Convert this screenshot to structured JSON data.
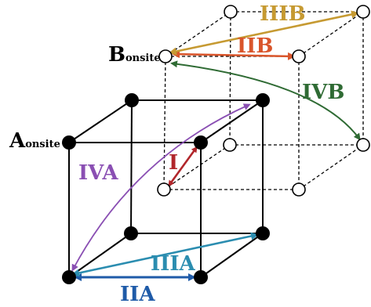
{
  "site_labels": {
    "a": {
      "main": "A",
      "sub": "onsite"
    },
    "b": {
      "main": "B",
      "sub": "onsite"
    }
  },
  "interactions": {
    "I": {
      "label": "I",
      "color": "#b1262b"
    },
    "IIA": {
      "label": "IIA",
      "color": "#1f5ba8"
    },
    "IIIA": {
      "label": "IIIA",
      "color": "#2b8db0"
    },
    "IVA": {
      "label": "IVA",
      "color": "#8a4fb3"
    },
    "IIB": {
      "label": "IIB",
      "color": "#d9552b"
    },
    "IIIB": {
      "label": "IIIB",
      "color": "#c69a32"
    },
    "IVB": {
      "label": "IVB",
      "color": "#2f6b34"
    }
  },
  "site_types": {
    "A": {
      "fill": "#000000",
      "shape": "filled-circle"
    },
    "B": {
      "fill": "#ffffff",
      "shape": "open-circle"
    }
  }
}
